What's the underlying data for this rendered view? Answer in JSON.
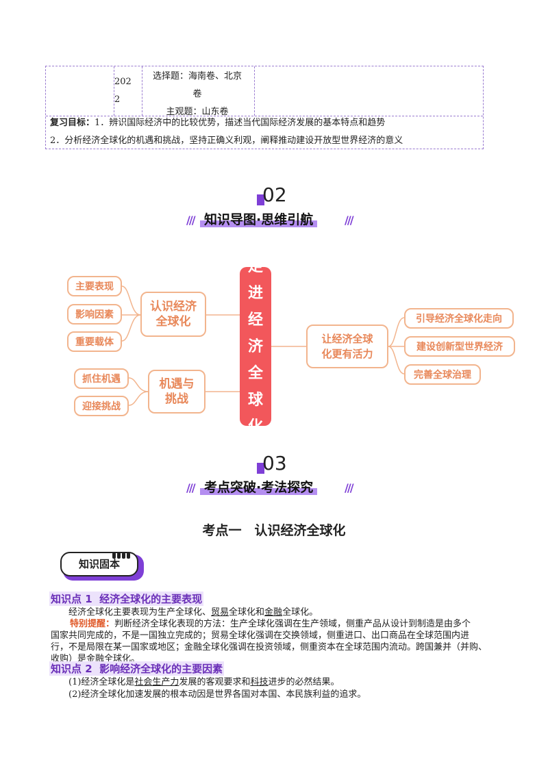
{
  "table": {
    "year": "2022",
    "year_line1": "202",
    "year_line2": "2",
    "exam_line1": "选择题：海南卷、北京",
    "exam_line2": "卷",
    "exam_line3": "主观题：山东卷",
    "goal_label": "复习目标：",
    "goal1": "1．辨识国际经济中的比较优势，描述当代国际经济发展的基本特点和趋势",
    "goal2": "2．分析经济全球化的机遇和挑战，坚持正确义利观，阐释推动建设开放型世界经济的意义"
  },
  "section2": {
    "num": "02",
    "title": "知识导图·思维引航"
  },
  "mindmap": {
    "core": [
      "走",
      "进",
      "经",
      "济",
      "全",
      "球",
      "化"
    ],
    "left_top": {
      "label": "认识经济全球化",
      "line1": "认识经济",
      "line2": "全球化",
      "children": [
        "主要表现",
        "影响因素",
        "重要载体"
      ]
    },
    "left_bottom": {
      "label": "机遇与挑战",
      "line1": "机遇与",
      "line2": "挑战",
      "children": [
        "抓住机遇",
        "迎接挑战"
      ]
    },
    "right": {
      "label": "让经济全球化更有活力",
      "line1": "让经济全球",
      "line2": "化更有活力",
      "children": [
        "引导经济全球化走向",
        "建设创新型世界经济",
        "完善全球治理"
      ]
    },
    "colors": {
      "core": "#f2575b",
      "border": "#f2b48d",
      "text": "#e8885a"
    }
  },
  "section3": {
    "num": "03",
    "title": "考点突破·考法探究"
  },
  "kaodian": "考点一　认识经济全球化",
  "badge": "知识固本",
  "kp1": {
    "title": "知识点 1  经济全球化的主要表现",
    "p_a": "经济全球化主要表现为生产全球化、",
    "p_u1": "贸易",
    "p_b": "全球化和",
    "p_u2": "金融",
    "p_c": "全球化。",
    "tip_label": "特别提醒：",
    "tip_line1": "判断经济全球化表现的方法：生产全球化强调在生产领域，侧重产品从设计到制造是由多个",
    "tip_line2": "国家共同完成的，不是一国独立完成的；贸易全球化强调在交换领域，侧重进口、出口商品在全球范围内进",
    "tip_line3": "行，不是局限在某一国家或地区；金融全球化强调在投资领域，侧重资本在全球范围内流动。跨国兼并（并购、",
    "tip_line4": "收购）是金融全球化。"
  },
  "kp2": {
    "title": "知识点 2  影响经济全球化的主要因素",
    "l1_a": "(1)经济全球化是",
    "l1_u1": "社会生产力",
    "l1_b": "发展的客观要求和",
    "l1_u2": "科技",
    "l1_c": "进步的必然结果。",
    "l2": "(2)经济全球化加速发展的根本动因是世界各国对本国、本民族利益的追求。"
  }
}
